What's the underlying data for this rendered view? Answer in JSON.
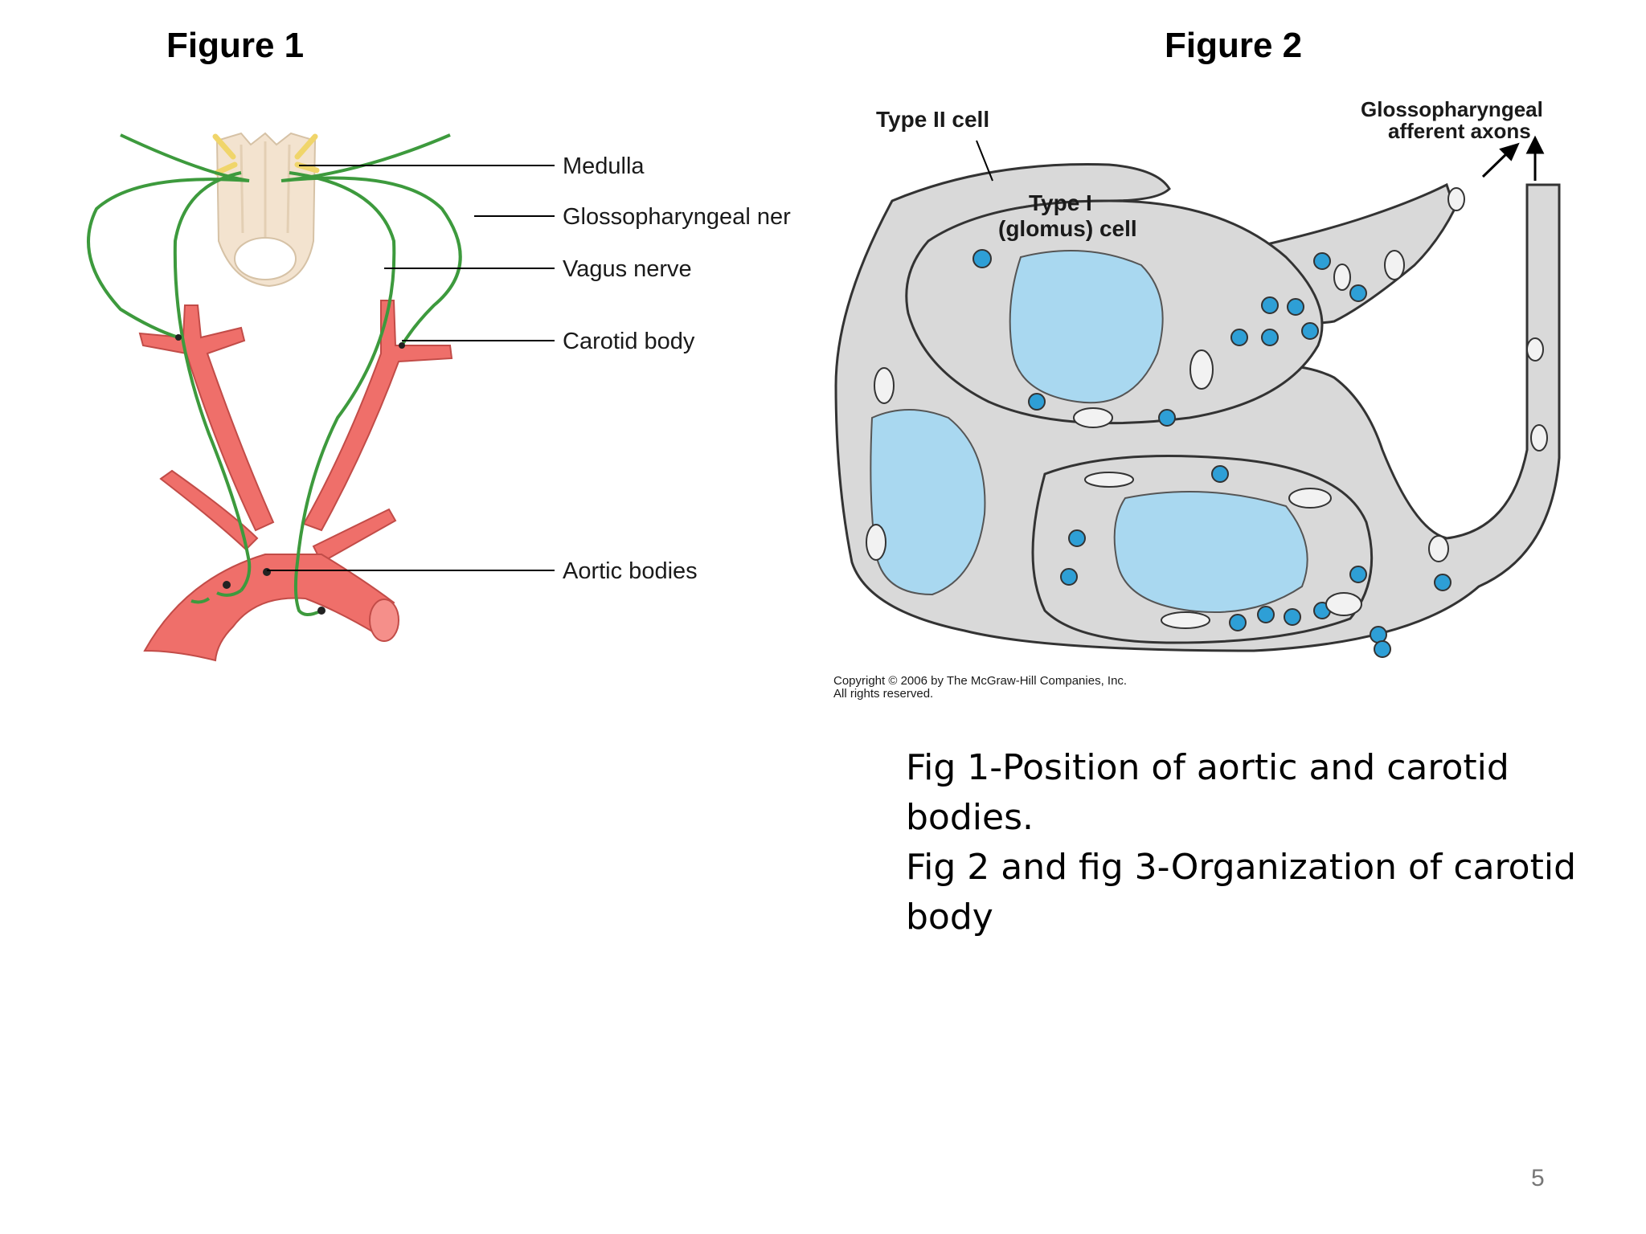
{
  "figure1": {
    "title": "Figure 1",
    "labels": {
      "medulla": "Medulla",
      "glossopharyngeal": "Glossopharyngeal ner",
      "vagus": "Vagus nerve",
      "carotid": "Carotid body",
      "aortic": "Aortic bodies"
    }
  },
  "figure2": {
    "title": "Figure 2",
    "labels": {
      "type2": "Type II cell",
      "type1_line1": "Type I",
      "type1_line2": "(glomus) cell",
      "glosso_line1": "Glossopharyngeal",
      "glosso_line2": "afferent axons"
    },
    "copyright_line1": "Copyright © 2006 by The McGraw-Hill Companies, Inc.",
    "copyright_line2": "All rights reserved."
  },
  "caption": {
    "line1": "Fig 1-Position of aortic and carotid",
    "line2": "bodies.",
    "line3": "Fig 2 and fig 3-Organization of carotid",
    "line4": "body"
  },
  "page_number": "5",
  "colors": {
    "artery": "#ef6f6a",
    "nerve": "#3d9a3d",
    "medulla": "#f3e3cf",
    "cell": "#dadada",
    "nucleus": "#a9d8f0",
    "vesicle": "#2e9fd6"
  }
}
